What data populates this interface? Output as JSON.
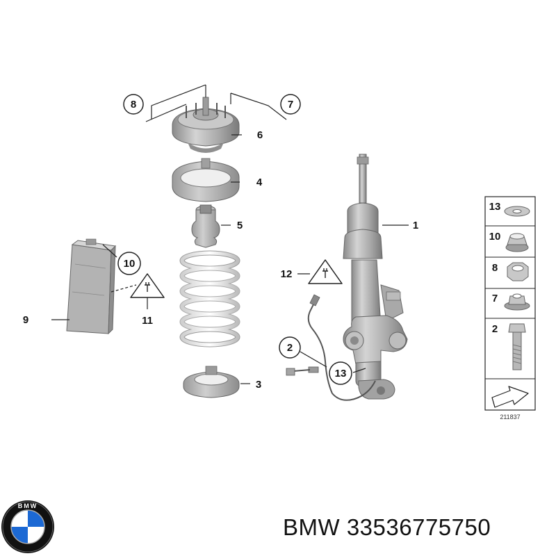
{
  "diagram": {
    "callouts": {
      "c1": "1",
      "c2": "2",
      "c3": "3",
      "c4": "4",
      "c5": "5",
      "c6": "6",
      "c7": "7",
      "c8": "8",
      "c9": "9",
      "c10": "10",
      "c11": "11",
      "c12": "12",
      "c13": "13"
    },
    "legend": [
      "13",
      "10",
      "8",
      "7",
      "2"
    ],
    "drawing_number": "211837"
  },
  "logo": {
    "brand": "BMW",
    "colors": {
      "blue": "#1c69d4",
      "black": "#111111",
      "white": "#ffffff"
    }
  },
  "caption": {
    "brand": "BMW",
    "part_number": "33536775750"
  }
}
